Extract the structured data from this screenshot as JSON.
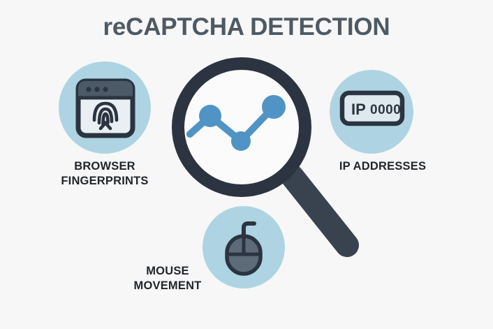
{
  "page": {
    "title": "reCAPTCHA DETECTION",
    "background_color": "#f7f7f7",
    "title_color": "#4e5a63",
    "label_color": "#22262b",
    "accent_blue": "#4f94c4",
    "circle_bg_color": "#aed4e3",
    "dark_color": "#2b3440",
    "mouse_body_color": "#5d6b78"
  },
  "items": [
    {
      "id": "browser-fingerprints",
      "icon": "browser-fingerprint-icon",
      "label_line1": "BROWSER",
      "label_line2": "FINGERPRINTS",
      "position": "left"
    },
    {
      "id": "ip-addresses",
      "icon": "ip-address-icon",
      "icon_text_prefix": "IP",
      "icon_text_value": "0000",
      "label_line1": "IP ADDRESSES",
      "label_line2": "",
      "position": "right"
    },
    {
      "id": "mouse-movement",
      "icon": "computer-mouse-icon",
      "label_line1": "MOUSE",
      "label_line2": "MOVEMENT",
      "position": "bottom"
    }
  ],
  "magnifier": {
    "icon": "magnifying-glass-icon",
    "inner_icon": "line-chart-icon"
  },
  "chart_data": {
    "type": "line",
    "title": "",
    "xlabel": "",
    "ylabel": "",
    "x": [
      0,
      1,
      2,
      3
    ],
    "values": [
      1,
      3.2,
      1.6,
      4
    ],
    "series": [
      {
        "name": "detection-trend",
        "values": [
          1,
          3.2,
          1.6,
          4
        ]
      }
    ],
    "point_radius": [
      5,
      16,
      14,
      17
    ],
    "grid": false,
    "legend": "none",
    "line_color": "#4f94c4",
    "xlim": [
      0,
      3
    ],
    "ylim": [
      0,
      5
    ]
  }
}
